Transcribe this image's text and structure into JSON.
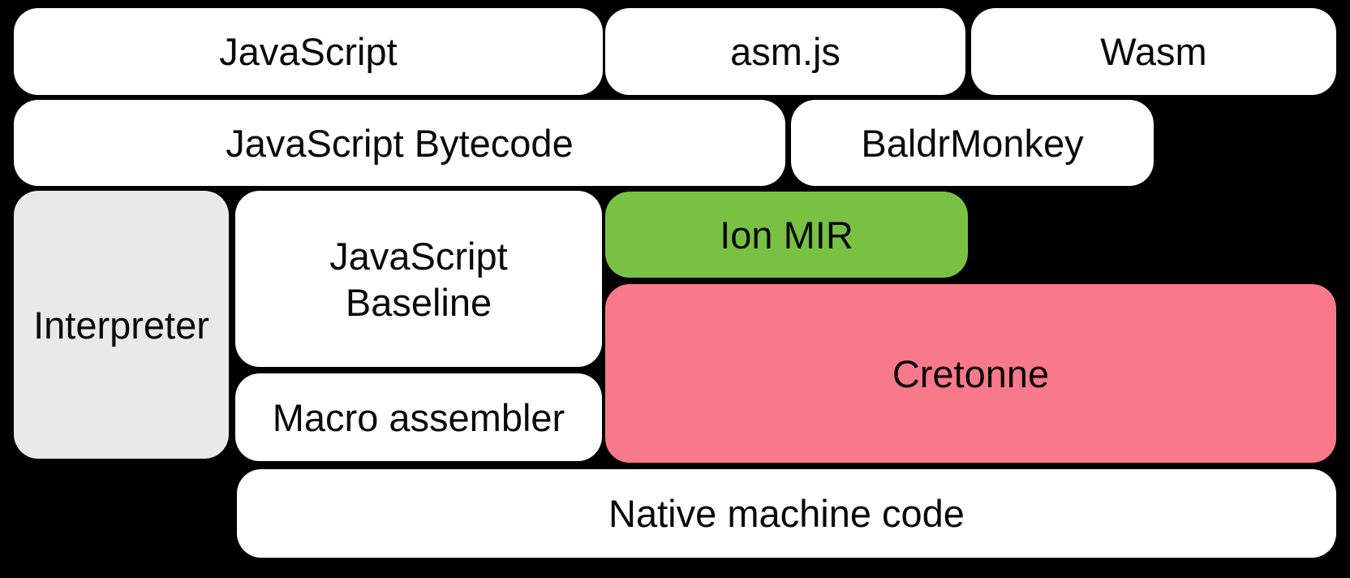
{
  "diagram": {
    "background_color": "#000000",
    "text_color": "#0a0a0a",
    "nodes": {
      "javascript": {
        "label": "JavaScript",
        "color": "#ffffff"
      },
      "asmjs": {
        "label": "asm.js",
        "color": "#ffffff"
      },
      "wasm": {
        "label": "Wasm",
        "color": "#ffffff"
      },
      "bytecode": {
        "label": "JavaScript Bytecode",
        "color": "#ffffff"
      },
      "baldrmonkey": {
        "label": "BaldrMonkey",
        "color": "#ffffff"
      },
      "interpreter": {
        "label": "Interpreter",
        "color": "#e9e9e9"
      },
      "baseline": {
        "label": "JavaScript Baseline",
        "color": "#ffffff"
      },
      "ion_mir": {
        "label": "Ion MIR",
        "color": "#79c143"
      },
      "cretonne": {
        "label": "Cretonne",
        "color": "#f7798a"
      },
      "macro_assembler": {
        "label": "Macro assembler",
        "color": "#ffffff"
      },
      "native": {
        "label": "Native machine code",
        "color": "#ffffff"
      }
    }
  }
}
